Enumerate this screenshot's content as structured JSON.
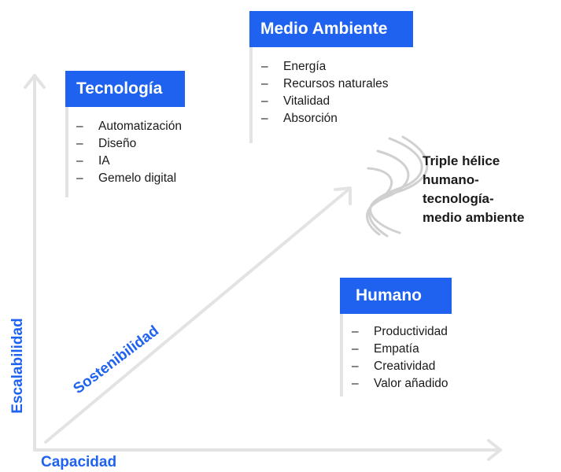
{
  "cards": {
    "environment": {
      "title": "Medio Ambiente",
      "items": [
        "Energía",
        "Recursos naturales",
        "Vitalidad",
        "Absorción"
      ]
    },
    "technology": {
      "title": "Tecnología",
      "items": [
        "Automatización",
        "Diseño",
        "IA",
        "Gemelo digital"
      ]
    },
    "human": {
      "title": "Humano",
      "items": [
        "Productividad",
        "Empatía",
        "Creatividad",
        "Valor añadido"
      ]
    }
  },
  "helix": {
    "label_lines": [
      "Triple hélice",
      "humano-",
      "tecnología-",
      "medio ambiente"
    ]
  },
  "axes": {
    "y_label": "Escalabilidad",
    "x_label": "Capacidad",
    "diagonal_label": "Sostenibilidad"
  },
  "bullet": "–",
  "colors": {
    "accent": "#1f62f0",
    "axis": "#e3e3e3",
    "helix": "#d0d0d0",
    "text": "#1a1a1a"
  }
}
